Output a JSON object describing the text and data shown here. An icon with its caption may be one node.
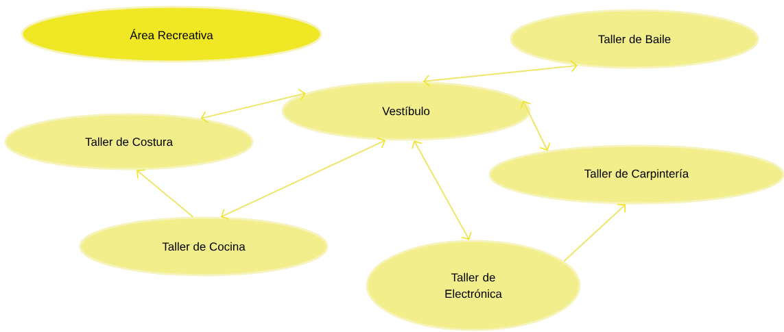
{
  "diagram": {
    "nodes": [
      {
        "text": [
          "Área Recreativa"
        ]
      },
      {
        "text": [
          "Taller de Baile"
        ]
      },
      {
        "text": [
          "Vestíbulo"
        ]
      },
      {
        "text": [
          "Taller de Costura"
        ]
      },
      {
        "text": [
          "Taller de Carpintería"
        ]
      },
      {
        "text": [
          "Taller de Cocina"
        ]
      },
      {
        "text": [
          "Taller de Electrónica"
        ]
      }
    ],
    "edges": [
      {
        "from": 2,
        "to": 1,
        "arrow": "both"
      },
      {
        "from": 2,
        "to": 3,
        "arrow": "both"
      },
      {
        "from": 2,
        "to": 5,
        "arrow": "both"
      },
      {
        "from": 2,
        "to": 6,
        "arrow": "both"
      },
      {
        "from": 2,
        "to": 4,
        "arrow": "both"
      },
      {
        "from": 5,
        "to": 3,
        "arrow": "to"
      },
      {
        "from": 6,
        "to": 4,
        "arrow": "to"
      }
    ]
  }
}
